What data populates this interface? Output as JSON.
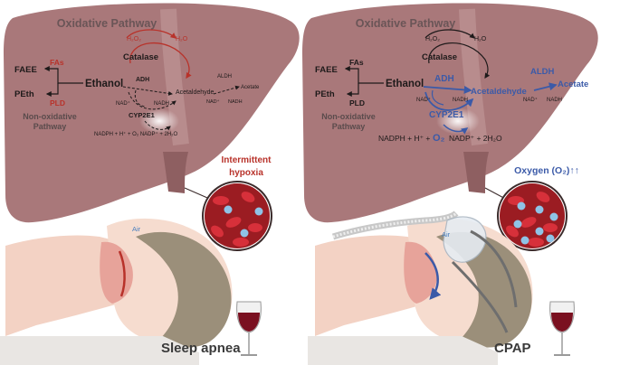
{
  "left": {
    "title": "Oxidative Pathway",
    "h2o2": "H₂O₂",
    "h2o": "H₂O",
    "catalase": "Catalase",
    "fas": "FAs",
    "faee": "FAEE",
    "ethanol": "Ethanol",
    "peth": "PEth",
    "pld": "PLD",
    "non_oxidative_1": "Non-oxidative",
    "non_oxidative_2": "Pathway",
    "adh": "ADH",
    "nad_plus": "NAD⁺",
    "nadh": "NADH",
    "acetaldehyde": "Acetaldehyde",
    "aldh": "ALDH",
    "acetate": "Acetate",
    "aldh_nad_plus": "NAD⁺",
    "aldh_nadh": "NADH",
    "cyp2e1": "CYP2E1",
    "reaction": "NADPH + H⁺ + O₂  NADP⁺ + 2H₂O",
    "hypoxia_1": "Intermittent",
    "hypoxia_2": "hypoxia",
    "air": "Air",
    "caption": "Sleep apnea"
  },
  "right": {
    "title": "Oxidative Pathway",
    "h2o2": "H₂O₂",
    "h2o": "H₂O",
    "catalase": "Catalase",
    "fas": "FAs",
    "faee": "FAEE",
    "ethanol": "Ethanol",
    "peth": "PEth",
    "pld": "PLD",
    "non_oxidative_1": "Non-oxidative",
    "non_oxidative_2": "Pathway",
    "adh": "ADH",
    "nad_plus": "NAD⁺",
    "nadh": "NADH",
    "acetaldehyde": "Acetaldehyde",
    "aldh": "ALDH",
    "acetate": "Acetate",
    "aldh_nad_plus": "NAD⁺",
    "aldh_nadh": "NADH",
    "cyp2e1": "CYP2E1",
    "reaction_a": "NADPH + H⁺ +",
    "reaction_o2": "O₂",
    "reaction_b": "NADP⁺ + 2H₂O",
    "oxygen": "Oxygen (O₂)↑↑",
    "air": "Air",
    "caption": "CPAP"
  },
  "colors": {
    "liver": "#a9787a",
    "liver_dark": "#8e5f61",
    "red_label": "#b8322a",
    "blue_label": "#3b5aa8",
    "dark_text": "#1e1a1a",
    "grey_text": "#5a4b4c",
    "wine": "#7a1020",
    "skin": "#f3d2c4",
    "hair": "#9b8f7a"
  },
  "icons": [
    "liver-icon",
    "blood-vessel-icon",
    "blood-cells-magnifier-icon",
    "wine-glass-icon",
    "sleeping-person-icon",
    "cpap-mask-icon"
  ]
}
